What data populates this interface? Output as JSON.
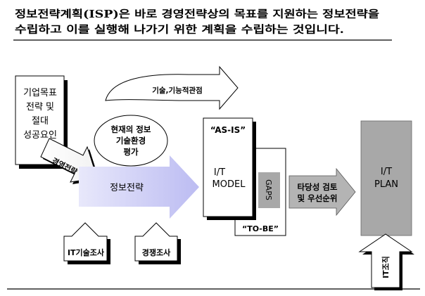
{
  "header": {
    "line1": "정보전략계획(ISP)은 바로 경영전략상의 목표를 지원하는 정보전략을",
    "line2": "수립하고 이를 실행해 나가기 위한 계획을 수립하는 것입니다."
  },
  "diagram": {
    "goals_box": [
      "기업목표",
      "전략 및",
      "절대",
      "성공요인"
    ],
    "business_strategy_arrow": "경영전략",
    "tech_arrow": "기술,기능적관점",
    "current_eval": [
      "현재의 정보",
      "기술환경",
      "평가"
    ],
    "info_strategy": "정보전략",
    "it_survey": "IT기술조사",
    "competitor_survey": "경쟁조사",
    "as_is": "“AS-IS”",
    "it_model": [
      "I/T",
      "MODEL"
    ],
    "gaps": "GAPS",
    "to_be": "“TO-BE”",
    "review": [
      "타당성 검토",
      "및 우선순위"
    ],
    "it_plan": [
      "I/T",
      "PLAN"
    ],
    "it_org": "IT조직"
  }
}
